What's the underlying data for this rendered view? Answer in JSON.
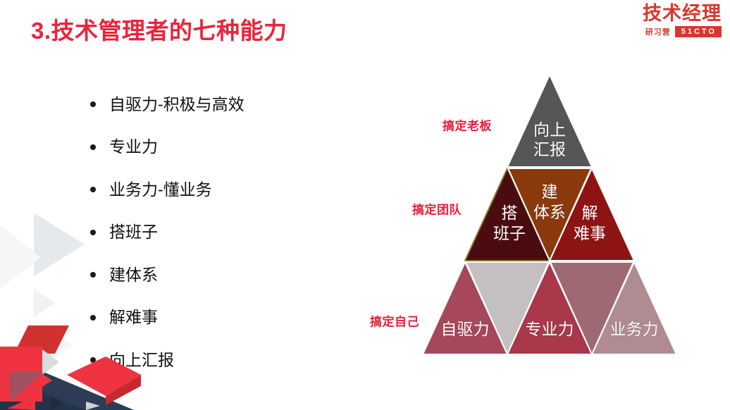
{
  "slide": {
    "title": "3.技术管理者的七种能力"
  },
  "logo": {
    "main": "技术经理",
    "sub": "研习营",
    "brand": "51CTO",
    "color": "#d9372c"
  },
  "bullets": [
    {
      "text": "自驱力-积极与高效"
    },
    {
      "text": "专业力"
    },
    {
      "text": "业务力-懂业务"
    },
    {
      "text": "搭班子"
    },
    {
      "text": "建体系"
    },
    {
      "text": "解难事"
    },
    {
      "text": "向上汇报"
    }
  ],
  "pyramid": {
    "side_labels": [
      {
        "text": "搞定老板",
        "color": "#ec1c3a"
      },
      {
        "text": "搞定团队",
        "color": "#ec1c3a"
      },
      {
        "text": "搞定自己",
        "color": "#ec1c3a"
      }
    ],
    "tiers": [
      {
        "tier": "top",
        "cells": [
          {
            "line1": "向上",
            "line2": "汇报",
            "color": "#565656"
          }
        ]
      },
      {
        "tier": "middle",
        "cells": [
          {
            "line1": "搭",
            "line2": "班子",
            "color": "#4a0c11"
          },
          {
            "line1": "建",
            "line2": "体系",
            "color": "#8a3a0c"
          },
          {
            "line1": "解",
            "line2": "难事",
            "color": "#8e1313"
          }
        ]
      },
      {
        "tier": "bottom",
        "cells": [
          {
            "line1": "自驱力",
            "line2": "",
            "color": "#a6485a"
          },
          {
            "line1": "",
            "line2": "",
            "color": "#c4c0c1"
          },
          {
            "line1": "专业力",
            "line2": "",
            "color": "#a8384a"
          },
          {
            "line1": "",
            "line2": "",
            "color": "#9e6973"
          },
          {
            "line1": "业务力",
            "line2": "",
            "color": "#b08b92"
          }
        ]
      }
    ]
  },
  "colors": {
    "title_red": "#e8243c",
    "accent_red": "#ef3340",
    "navy": "#2b3c54",
    "light_gray": "#eceef0",
    "gold_outline": "#8a7433"
  }
}
